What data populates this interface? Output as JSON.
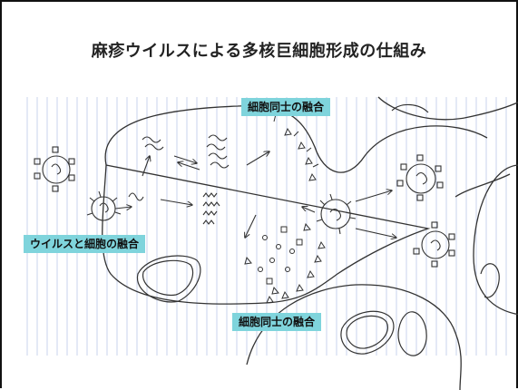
{
  "title": "麻疹ウイルスによる多核巨細胞形成の仕組み",
  "labels": {
    "cell_fusion_top": "細胞同士の融合",
    "virus_cell_fusion": "ウイルスと細胞の融合",
    "cell_fusion_bottom": "細胞同士の融合"
  },
  "colors": {
    "label_bg": "#7fd4dc",
    "ruled_lines": "#c9d3ec",
    "sketch_ink": "#333333"
  }
}
